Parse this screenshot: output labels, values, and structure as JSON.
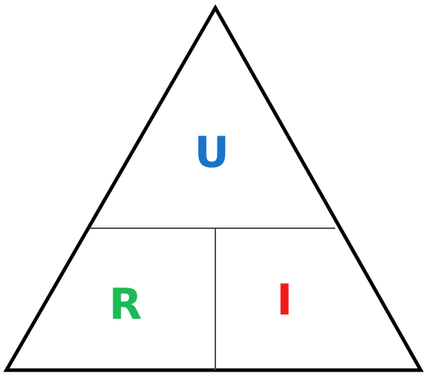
{
  "triangle": {
    "top": {
      "label": "U",
      "color": "#1A73C8"
    },
    "bottom_left": {
      "label": "R",
      "color": "#1DB954"
    },
    "bottom_right": {
      "label": "I",
      "color": "#F21B1B"
    }
  },
  "colors": {
    "outline": "#000000",
    "divider": "#4a4a4a",
    "background": "#ffffff"
  }
}
